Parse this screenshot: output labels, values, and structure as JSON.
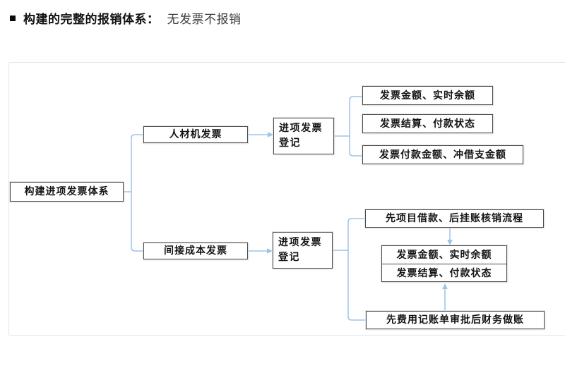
{
  "header": {
    "title_bold": "构建的完整的报销体系：",
    "title_rest": "无发票不报销"
  },
  "diagram": {
    "root_label": "构建进项发票体系",
    "top_branch": {
      "source": "人材机发票",
      "register_line1": "进项发票",
      "register_line2": "登记",
      "outputs": [
        "发票金额、实时余额",
        "发票结算、付款状态",
        "发票付款金额、冲借支金额"
      ]
    },
    "bottom_branch": {
      "source": "间接成本发票",
      "register_line1": "进项发票",
      "register_line2": "登记",
      "flow_first": "先项目借款、后挂账核销流程",
      "result_rows": [
        "发票金额、实时余额",
        "发票结算、付款状态"
      ],
      "flow_second": "先费用记账单审批后财务做账"
    },
    "colors": {
      "connector_blue": "#9DC3E6",
      "box_border": "#4A4A4A",
      "frame_border": "#E4E7E0"
    }
  }
}
